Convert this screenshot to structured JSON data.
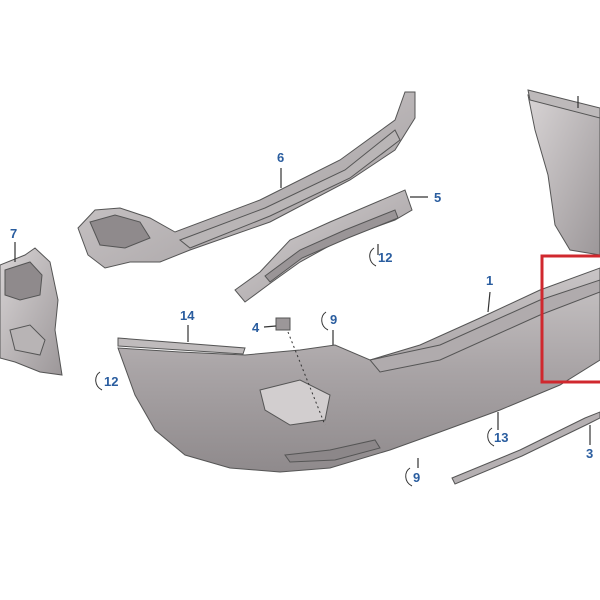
{
  "diagram": {
    "callouts": {
      "c1": "1",
      "c3": "3",
      "c4": "4",
      "c5": "5",
      "c6": "6",
      "c7": "7",
      "c9a": "9",
      "c9b": "9",
      "c12a": "12",
      "c12b": "12",
      "c13": "13",
      "c14": "14"
    },
    "colors": {
      "part_fill": "#a9a4a6",
      "part_light": "#cfcbcc",
      "part_dark": "#8a8587",
      "callout_text": "#2a5d9f",
      "highlight_box": "#d0282e"
    }
  }
}
